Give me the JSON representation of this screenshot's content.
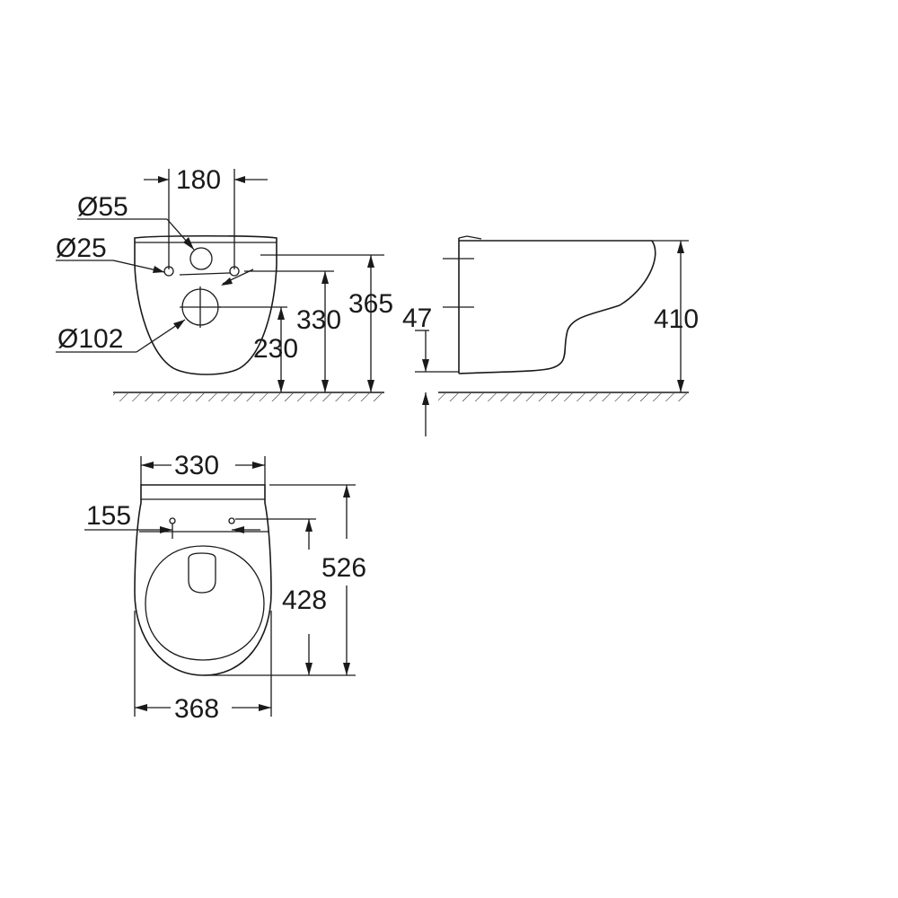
{
  "front_view": {
    "dim_180": "180",
    "dim_dia55": "Ø55",
    "dim_dia25": "Ø25",
    "dim_dia102": "Ø102",
    "dim_230": "230",
    "dim_330": "330",
    "dim_365": "365"
  },
  "side_view": {
    "dim_47": "47",
    "dim_410": "410"
  },
  "top_view": {
    "dim_330": "330",
    "dim_155": "155",
    "dim_526": "526",
    "dim_428": "428",
    "dim_368": "368"
  }
}
